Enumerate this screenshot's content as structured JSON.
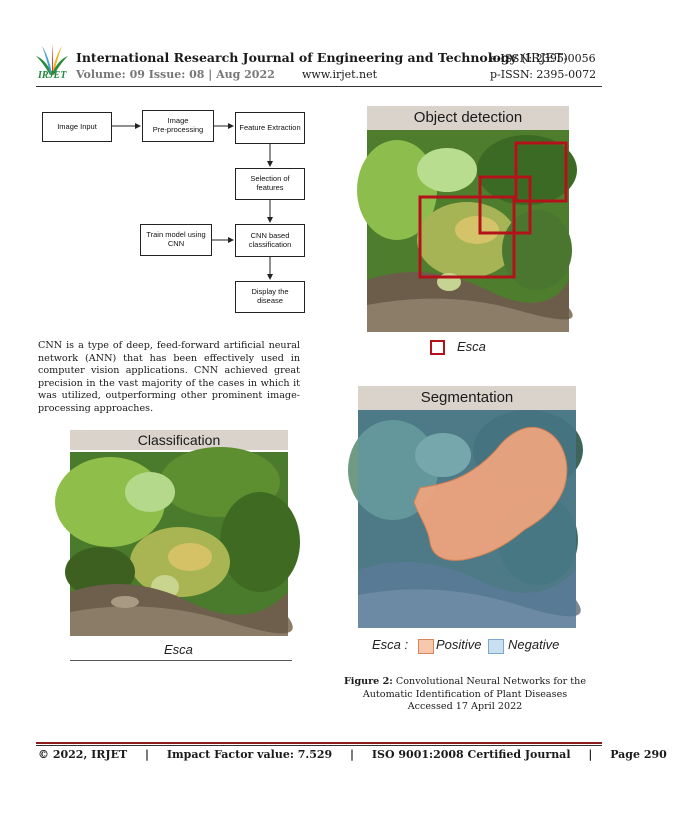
{
  "header": {
    "logo_text": "IRJET",
    "journal_title": "International Research Journal of Engineering and Technology",
    "journal_abbr": "(IRJET)",
    "e_issn": "e-ISSN: 2395-0056",
    "volume": "Volume: 09 Issue: 08 | Aug 2022",
    "website": "www.irjet.net",
    "p_issn": "p-ISSN: 2395-0072"
  },
  "flowchart": {
    "nodes": {
      "image_input": "Image Input",
      "preprocessing": "Image\nPre-processing",
      "feature_extraction": "Feature Extraction",
      "selection": "Selection of features",
      "train_model": "Train model using\nCNN",
      "cnn_classification": "CNN based\nclassification",
      "display": "Display the disease"
    }
  },
  "body": {
    "paragraph": "CNN is a type of deep, feed-forward artificial neural network (ANN) that has been effectively used in computer vision applications. CNN achieved great precision in the vast majority of the cases in which it was utilized, outperforming other prominent image-processing approaches."
  },
  "figure": {
    "classification": {
      "title": "Classification",
      "label": "Esca"
    },
    "object_detection": {
      "title": "Object detection",
      "legend_label": "Esca"
    },
    "segmentation": {
      "title": "Segmentation",
      "legend_prefix": "Esca :",
      "legend_positive": "Positive",
      "legend_negative": "Negative"
    },
    "caption_bold": "Figure 2:",
    "caption_text": "Convolutional Neural Networks for the Automatic Identification of Plant Diseases Accessed 17 April 2022"
  },
  "colors": {
    "detection_box": "#b3121b",
    "positive_fill": "#f2a57d",
    "negative_fill": "#9ec4e6",
    "brand_green": "#1f8a3a"
  },
  "footer": {
    "copyright": "© 2022, IRJET",
    "sep": "|",
    "impact": "Impact Factor value: 7.529",
    "iso": "ISO 9001:2008 Certified Journal",
    "page": "Page 290"
  }
}
